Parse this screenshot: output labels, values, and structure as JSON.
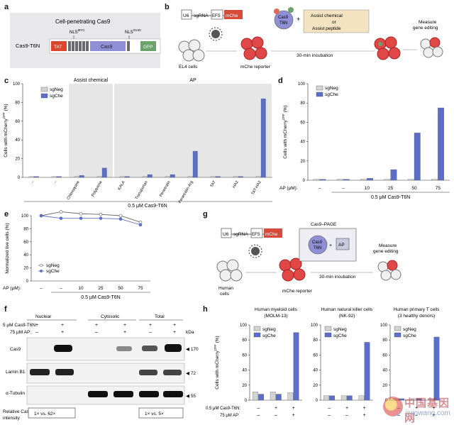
{
  "panels": {
    "a": "a",
    "b": "b",
    "c": "c",
    "d": "d",
    "e": "e",
    "f": "f",
    "g": "g",
    "h": "h"
  },
  "panel_a": {
    "title": "Cell-penetrating Cas9",
    "nls_myc": "NLS",
    "nls_myc_sup": "MYC",
    "nls_sv40": "NLS",
    "nls_sv40_sup": "SV40",
    "construct": "Cas9-T6N",
    "tat": "TAT",
    "cas9": "Cas9",
    "gfp": "GFP",
    "colors": {
      "tat": "#d9472f",
      "cas9": "#8f8fd6",
      "nls": "#6a6a70",
      "gfp": "#6aa26a",
      "bg": "#e8e8ea"
    }
  },
  "panel_b": {
    "u6": "U6",
    "sgrna": "sgRNA",
    "efs": "EFS",
    "mche": "mChe",
    "cas9": "Cas9",
    "t6n": "T6N",
    "assist_line1": "Assist chemical",
    "assist_or": "or",
    "assist_line2": "Assist peptide",
    "el4": "EL4 cells",
    "reporter": "mChe reporter",
    "incubation": "30-min incubation",
    "measure1": "Measure",
    "measure2": "gene editing"
  },
  "panel_g": {
    "u6": "U6",
    "sgrna": "sgRNA",
    "efs": "EFS",
    "mche": "mChe",
    "page_title": "Cas9–PAGE",
    "cas9": "Cas9",
    "t6n": "T6N",
    "ap": "AP",
    "human1": "Human",
    "human2": "cells",
    "reporter": "mChe reporter",
    "incubation": "30-min incubation",
    "measure1": "Measure",
    "measure2": "gene editing"
  },
  "panel_f": {
    "row1_label": "5 μM Cas9-T6N:",
    "row2_label": "75 μM AP:",
    "groups": [
      "Nuclear",
      "Cytosolic",
      "Total"
    ],
    "row1_values": [
      "+",
      "+",
      "+",
      "+",
      "+",
      "+"
    ],
    "row2_values": [
      "–",
      "+",
      "–",
      "+",
      "–",
      "+"
    ],
    "kda": "kDa",
    "blots": [
      {
        "name": "Cas9",
        "kda": "170"
      },
      {
        "name": "Lamin B1",
        "kda": "72"
      },
      {
        "name": "α-Tubulin",
        "kda": "55"
      }
    ],
    "relative_line1": "Relative Cas9",
    "relative_line2": "intensity",
    "box1": "1×  vs.  62×",
    "box2": "1×  vs.  5×"
  },
  "chart_data": [
    {
      "id": "c",
      "type": "bar",
      "ylabel": "Cells with mCherry",
      "ylabel_sup": "OFF",
      "ylabel_unit": " (%)",
      "ylim": [
        0,
        100
      ],
      "yticks": [
        0,
        20,
        40,
        60,
        80,
        100
      ],
      "legend": [
        "sgNeg",
        "sgChe"
      ],
      "legend_position": "top-left",
      "categories": [
        "–",
        "–",
        "Chloroquine",
        "Polybrene",
        "KALA",
        "Transportan",
        "Penetratin",
        "Penetratin-Arg",
        "TAT",
        "HA2",
        "TAT-HA2"
      ],
      "series": [
        {
          "name": "sgNeg",
          "values": [
            1,
            1,
            1,
            1,
            1,
            1,
            1,
            1,
            1,
            1,
            1
          ]
        },
        {
          "name": "sgChe",
          "values": [
            1,
            1,
            2,
            10,
            1,
            3,
            3,
            28,
            1,
            1,
            84
          ]
        }
      ],
      "shaded_groups": [
        {
          "label": "Assist chemical",
          "from": 2,
          "to": 3
        },
        {
          "label": "AP",
          "from": 4,
          "to": 10
        }
      ],
      "xlabel": "0.5 μM Cas9-T6N"
    },
    {
      "id": "d",
      "type": "bar",
      "ylabel": "Cells with mCherry",
      "ylabel_sup": "OFF",
      "ylabel_unit": " (%)",
      "ylim": [
        0,
        100
      ],
      "yticks": [
        0,
        20,
        40,
        60,
        80,
        100
      ],
      "legend": [
        "sgNeg",
        "sgChe"
      ],
      "legend_position": "top-left",
      "row_label": "AP (μM):",
      "categories": [
        "–",
        "–",
        "10",
        "25",
        "50",
        "75"
      ],
      "series": [
        {
          "name": "sgNeg",
          "values": [
            1,
            1,
            1,
            1,
            1,
            1
          ]
        },
        {
          "name": "sgChe",
          "values": [
            1,
            1,
            2,
            11,
            49,
            75
          ]
        }
      ],
      "xlabel": "0.5 μM Cas9-T6N"
    },
    {
      "id": "e",
      "type": "line",
      "ylabel": "Normalized live cells (%)",
      "ylim": [
        0,
        100
      ],
      "yticks": [
        0,
        20,
        40,
        60,
        80,
        100
      ],
      "legend": [
        "sgNeg",
        "sgChe"
      ],
      "legend_position": "bottom-left",
      "row_label": "AP (μM):",
      "categories": [
        "–",
        "–",
        "10",
        "25",
        "50",
        "75"
      ],
      "series": [
        {
          "name": "sgNeg",
          "values": [
            100,
            106,
            103,
            102,
            100,
            90
          ]
        },
        {
          "name": "sgChe",
          "values": [
            100,
            96,
            96,
            96,
            95,
            86
          ]
        }
      ],
      "xlabel": "0.5 μM Cas9-T6N"
    },
    {
      "id": "h",
      "type": "bar",
      "ylabel": "Cells with mCherry",
      "ylabel_sup": "OFF",
      "ylabel_unit": " (%)",
      "ylim": [
        0,
        100
      ],
      "yticks": [
        0,
        20,
        40,
        60,
        80,
        100
      ],
      "legend": [
        "sgNeg",
        "sgChe"
      ],
      "legend_position": "top-left",
      "row1_label": "0.5 μM Cas9-T6N:",
      "row2_label": "75 μM AP:",
      "row1_values": [
        "–",
        "+",
        "+"
      ],
      "row2_values": [
        "–",
        "–",
        "+"
      ],
      "subplots": [
        {
          "title1": "Human myeloid cells",
          "title2": "(MOLM-13)",
          "series": [
            {
              "name": "sgNeg",
              "values": [
                11,
                11,
                10
              ]
            },
            {
              "name": "sgChe",
              "values": [
                8,
                8,
                90
              ]
            }
          ]
        },
        {
          "title1": "Human natural killer cells",
          "title2": "(NK-92)",
          "series": [
            {
              "name": "sgNeg",
              "values": [
                6,
                6,
                6
              ]
            },
            {
              "name": "sgChe",
              "values": [
                6,
                6,
                77
              ]
            }
          ]
        },
        {
          "title1": "Human primary T cells",
          "title2": "(3 healthy donors)",
          "series": [
            {
              "name": "sgNeg",
              "values": [
                2,
                2,
                2
              ]
            },
            {
              "name": "sgChe",
              "values": [
                2,
                2,
                84
              ]
            }
          ]
        }
      ]
    }
  ],
  "watermark": {
    "line1": "中国基因网",
    "line2": "jiyinwang.com"
  },
  "colors": {
    "neg": "#d3d3d3",
    "che": "#5b6fc9",
    "shade": "#e6e6e6",
    "dark": "#333333"
  }
}
